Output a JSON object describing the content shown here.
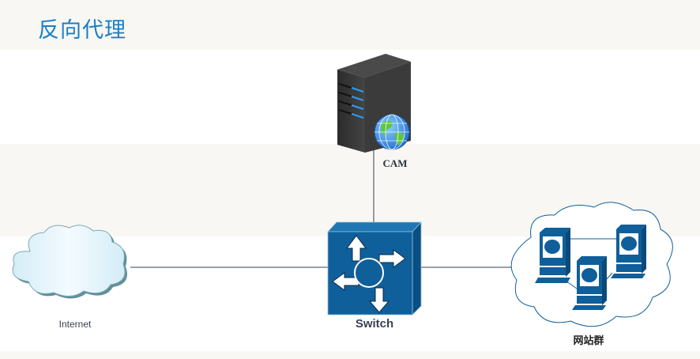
{
  "header": {
    "title": "反向代理"
  },
  "nodes": {
    "server": {
      "label": "CAM",
      "icon": "server-globe-icon"
    },
    "switch": {
      "label": "Switch",
      "icon": "switch-icon"
    },
    "internet": {
      "label": "Internet",
      "icon": "cloud-icon"
    },
    "website_cluster": {
      "label": "网站群",
      "icon": "workstation-cluster-icon"
    }
  },
  "edges": [
    {
      "from": "server",
      "to": "switch"
    },
    {
      "from": "internet",
      "to": "switch"
    },
    {
      "from": "switch",
      "to": "website_cluster"
    }
  ],
  "colors": {
    "title": "#1a7fc8",
    "switch": "#0f5f9a",
    "band": "#f8f7f3",
    "line": "#3a4250"
  }
}
